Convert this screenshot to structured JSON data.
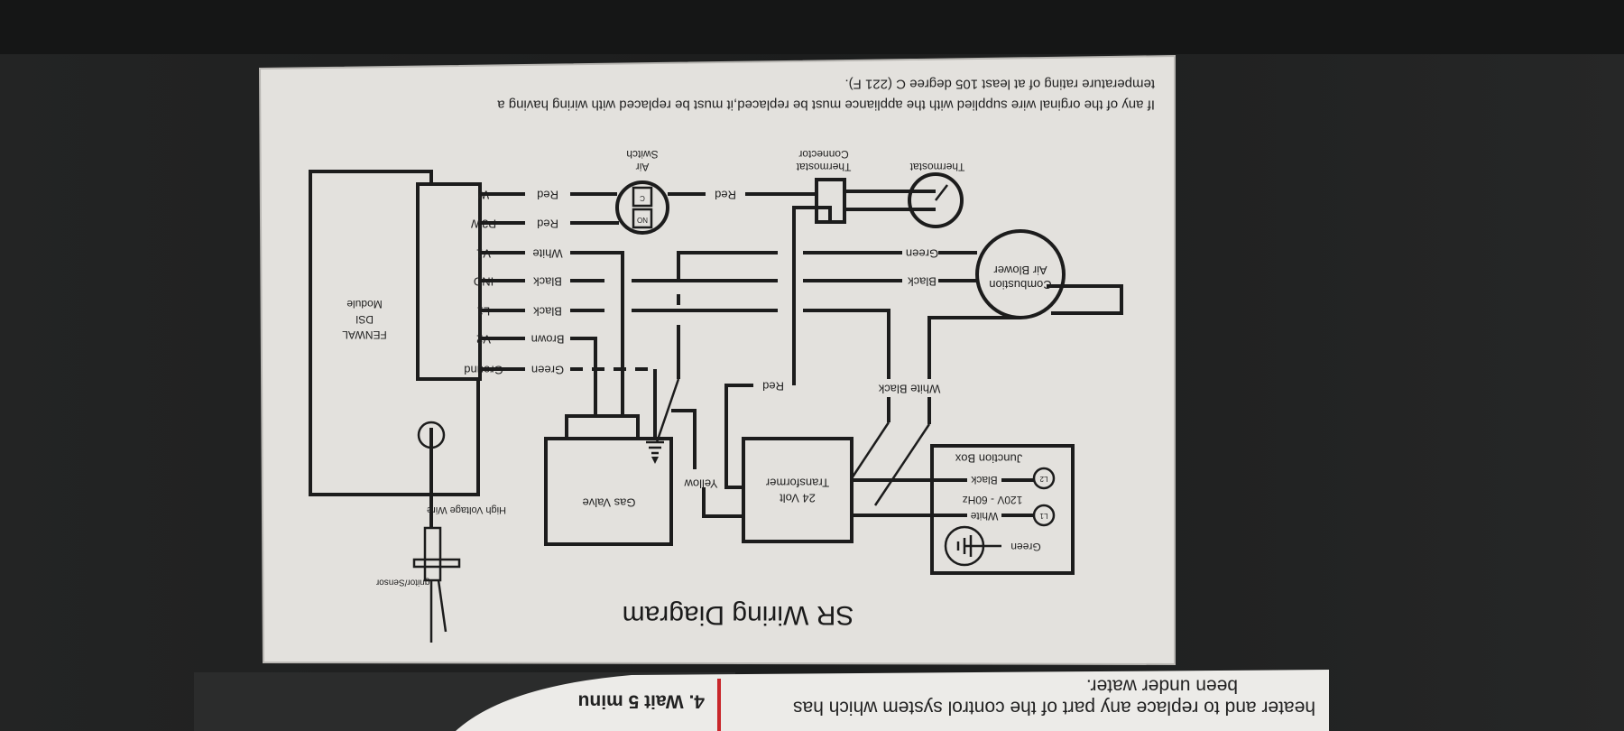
{
  "diagram": {
    "title": "SR Wiring Diagram",
    "warning": {
      "line1": "If any of the orginal wire supplied with the appliance must be replaced,it must be replaced with wiring having a",
      "line2": "temperature rating of at least 105 degree C (221 F)."
    },
    "components": {
      "thermostat": "Thermostat",
      "thermostat_connector": [
        "Thermostat",
        "Connector"
      ],
      "air_switch": [
        "Air",
        "Switch"
      ],
      "air_switch_contacts": [
        "NO",
        "C"
      ],
      "blower": [
        "Combustion",
        "Air Blower"
      ],
      "module": [
        "FENWAL",
        "DSI",
        "Module"
      ],
      "gas_valve": "Gas Valve",
      "transformer": [
        "24 Volt",
        "Transformer"
      ],
      "junction_box": "Junction Box",
      "junction_voltage": "120V - 60Hz",
      "high_voltage_wire": "High Voltage Wire",
      "ignitor": "Ignitor/Sensor"
    },
    "terminals": [
      "W",
      "P3W",
      "V1",
      "IND",
      "L1",
      "V2",
      "Ground"
    ],
    "terminal_wires": [
      "Red",
      "Red",
      "White",
      "Black",
      "Black",
      "Brown",
      "Green"
    ],
    "wire_labels": {
      "switch_to_connector": "Red",
      "blower_green": "Green",
      "blower_black": "Black",
      "connector_red": "Red",
      "white_black": "White  Black",
      "yellow": "Yellow",
      "jb_black": "Black",
      "jb_white": "White",
      "jb_green": "Green",
      "l1": "L1",
      "l2": "L2"
    }
  },
  "sticker": {
    "line1": "heater and to replace any part of the control system which has",
    "line2": "been under water.",
    "step": "4. Wait 5 minu"
  },
  "colors": {
    "card": "#e3e1dd",
    "background": "#1e1f1f",
    "sticker_rule": "#c8262a"
  }
}
